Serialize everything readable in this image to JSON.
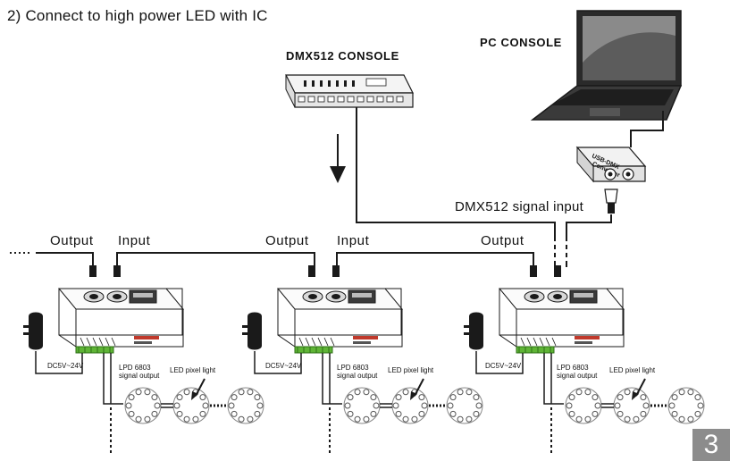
{
  "heading": "2) Connect to high power LED  with IC",
  "dmx_console": {
    "label": "DMX512 CONSOLE"
  },
  "pc_console": {
    "label": "PC CONSOLE"
  },
  "converter": {
    "label_line1": "USB-DMX",
    "label_line2": "Converter"
  },
  "signal_label": "DMX512 signal input",
  "decoder_units": [
    {
      "output_label": "Output",
      "input_label": "Input",
      "power_label": "DC5V~24V",
      "lpd_line1": "LPD 6803",
      "lpd_line2": "signal output",
      "pixel_label": "LED pixel light"
    },
    {
      "output_label": "Output",
      "input_label": "Input",
      "power_label": "DC5V~24V",
      "lpd_line1": "LPD 6803",
      "lpd_line2": "signal output",
      "pixel_label": "LED pixel light"
    },
    {
      "output_label": "Output",
      "power_label": "DC5V~24V",
      "lpd_line1": "LPD 6803",
      "lpd_line2": "signal output",
      "pixel_label": "LED pixel light"
    }
  ],
  "page_number": "3"
}
